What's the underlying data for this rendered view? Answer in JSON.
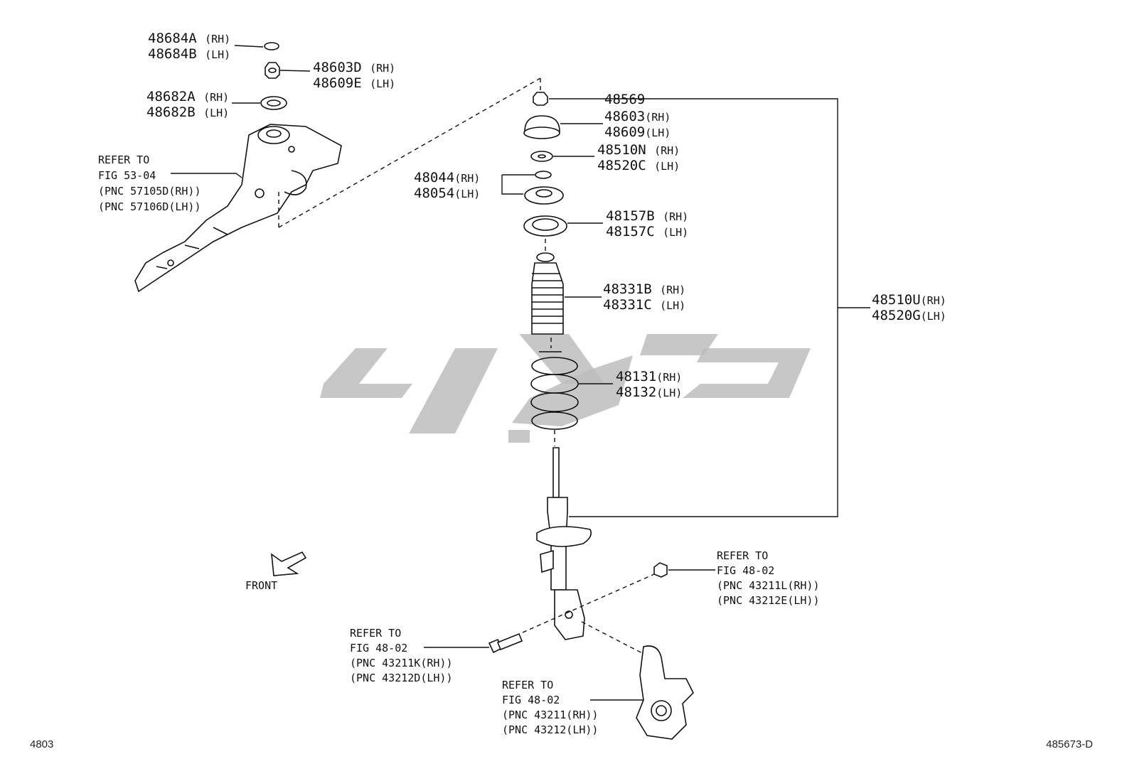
{
  "labels": {
    "p48684": {
      "l1": "48684A",
      "s1": "(RH)",
      "l2": "48684B",
      "s2": "(LH)"
    },
    "p48603d": {
      "l1": "48603D",
      "s1": "(RH)",
      "l2": "48609E",
      "s2": "(LH)"
    },
    "p48682": {
      "l1": "48682A",
      "s1": "(RH)",
      "l2": "48682B",
      "s2": "(LH)"
    },
    "ref53": {
      "l1": "REFER TO",
      "l2": "FIG 53-04",
      "l3": "(PNC 57105D(RH))",
      "l4": "(PNC 57106D(LH))"
    },
    "p48569": {
      "l1": "48569"
    },
    "p48603": {
      "l1": "48603",
      "s1": "(RH)",
      "l2": "48609",
      "s2": "(LH)"
    },
    "p48510n": {
      "l1": "48510N",
      "s1": "(RH)",
      "l2": "48520C",
      "s2": "(LH)"
    },
    "p48044": {
      "l1": "48044",
      "s1": "(RH)",
      "l2": "48054",
      "s2": "(LH)"
    },
    "p48157": {
      "l1": "48157B",
      "s1": "(RH)",
      "l2": "48157C",
      "s2": "(LH)"
    },
    "p48331": {
      "l1": "48331B",
      "s1": "(RH)",
      "l2": "48331C",
      "s2": "(LH)"
    },
    "p48131": {
      "l1": "48131",
      "s1": "(RH)",
      "l2": "48132",
      "s2": "(LH)"
    },
    "p48510u": {
      "l1": "48510U",
      "s1": "(RH)",
      "l2": "48520G",
      "s2": "(LH)"
    },
    "front": "FRONT",
    "ref4802a": {
      "l1": "REFER TO",
      "l2": "FIG 48-02",
      "l3": "(PNC 43211L(RH))",
      "l4": "(PNC 43212E(LH))"
    },
    "ref4802b": {
      "l1": "REFER TO",
      "l2": "FIG 48-02",
      "l3": "(PNC 43211K(RH))",
      "l4": "(PNC 43212D(LH))"
    },
    "ref4802c": {
      "l1": "REFER TO",
      "l2": "FIG 48-02",
      "l3": "(PNC 43211(RH))",
      "l4": "(PNC 43212(LH))"
    }
  },
  "footer": {
    "left": "4803",
    "right": "485673-D"
  },
  "colors": {
    "line": "#111111",
    "watermark": "#bdbdbd",
    "background": "#ffffff"
  }
}
